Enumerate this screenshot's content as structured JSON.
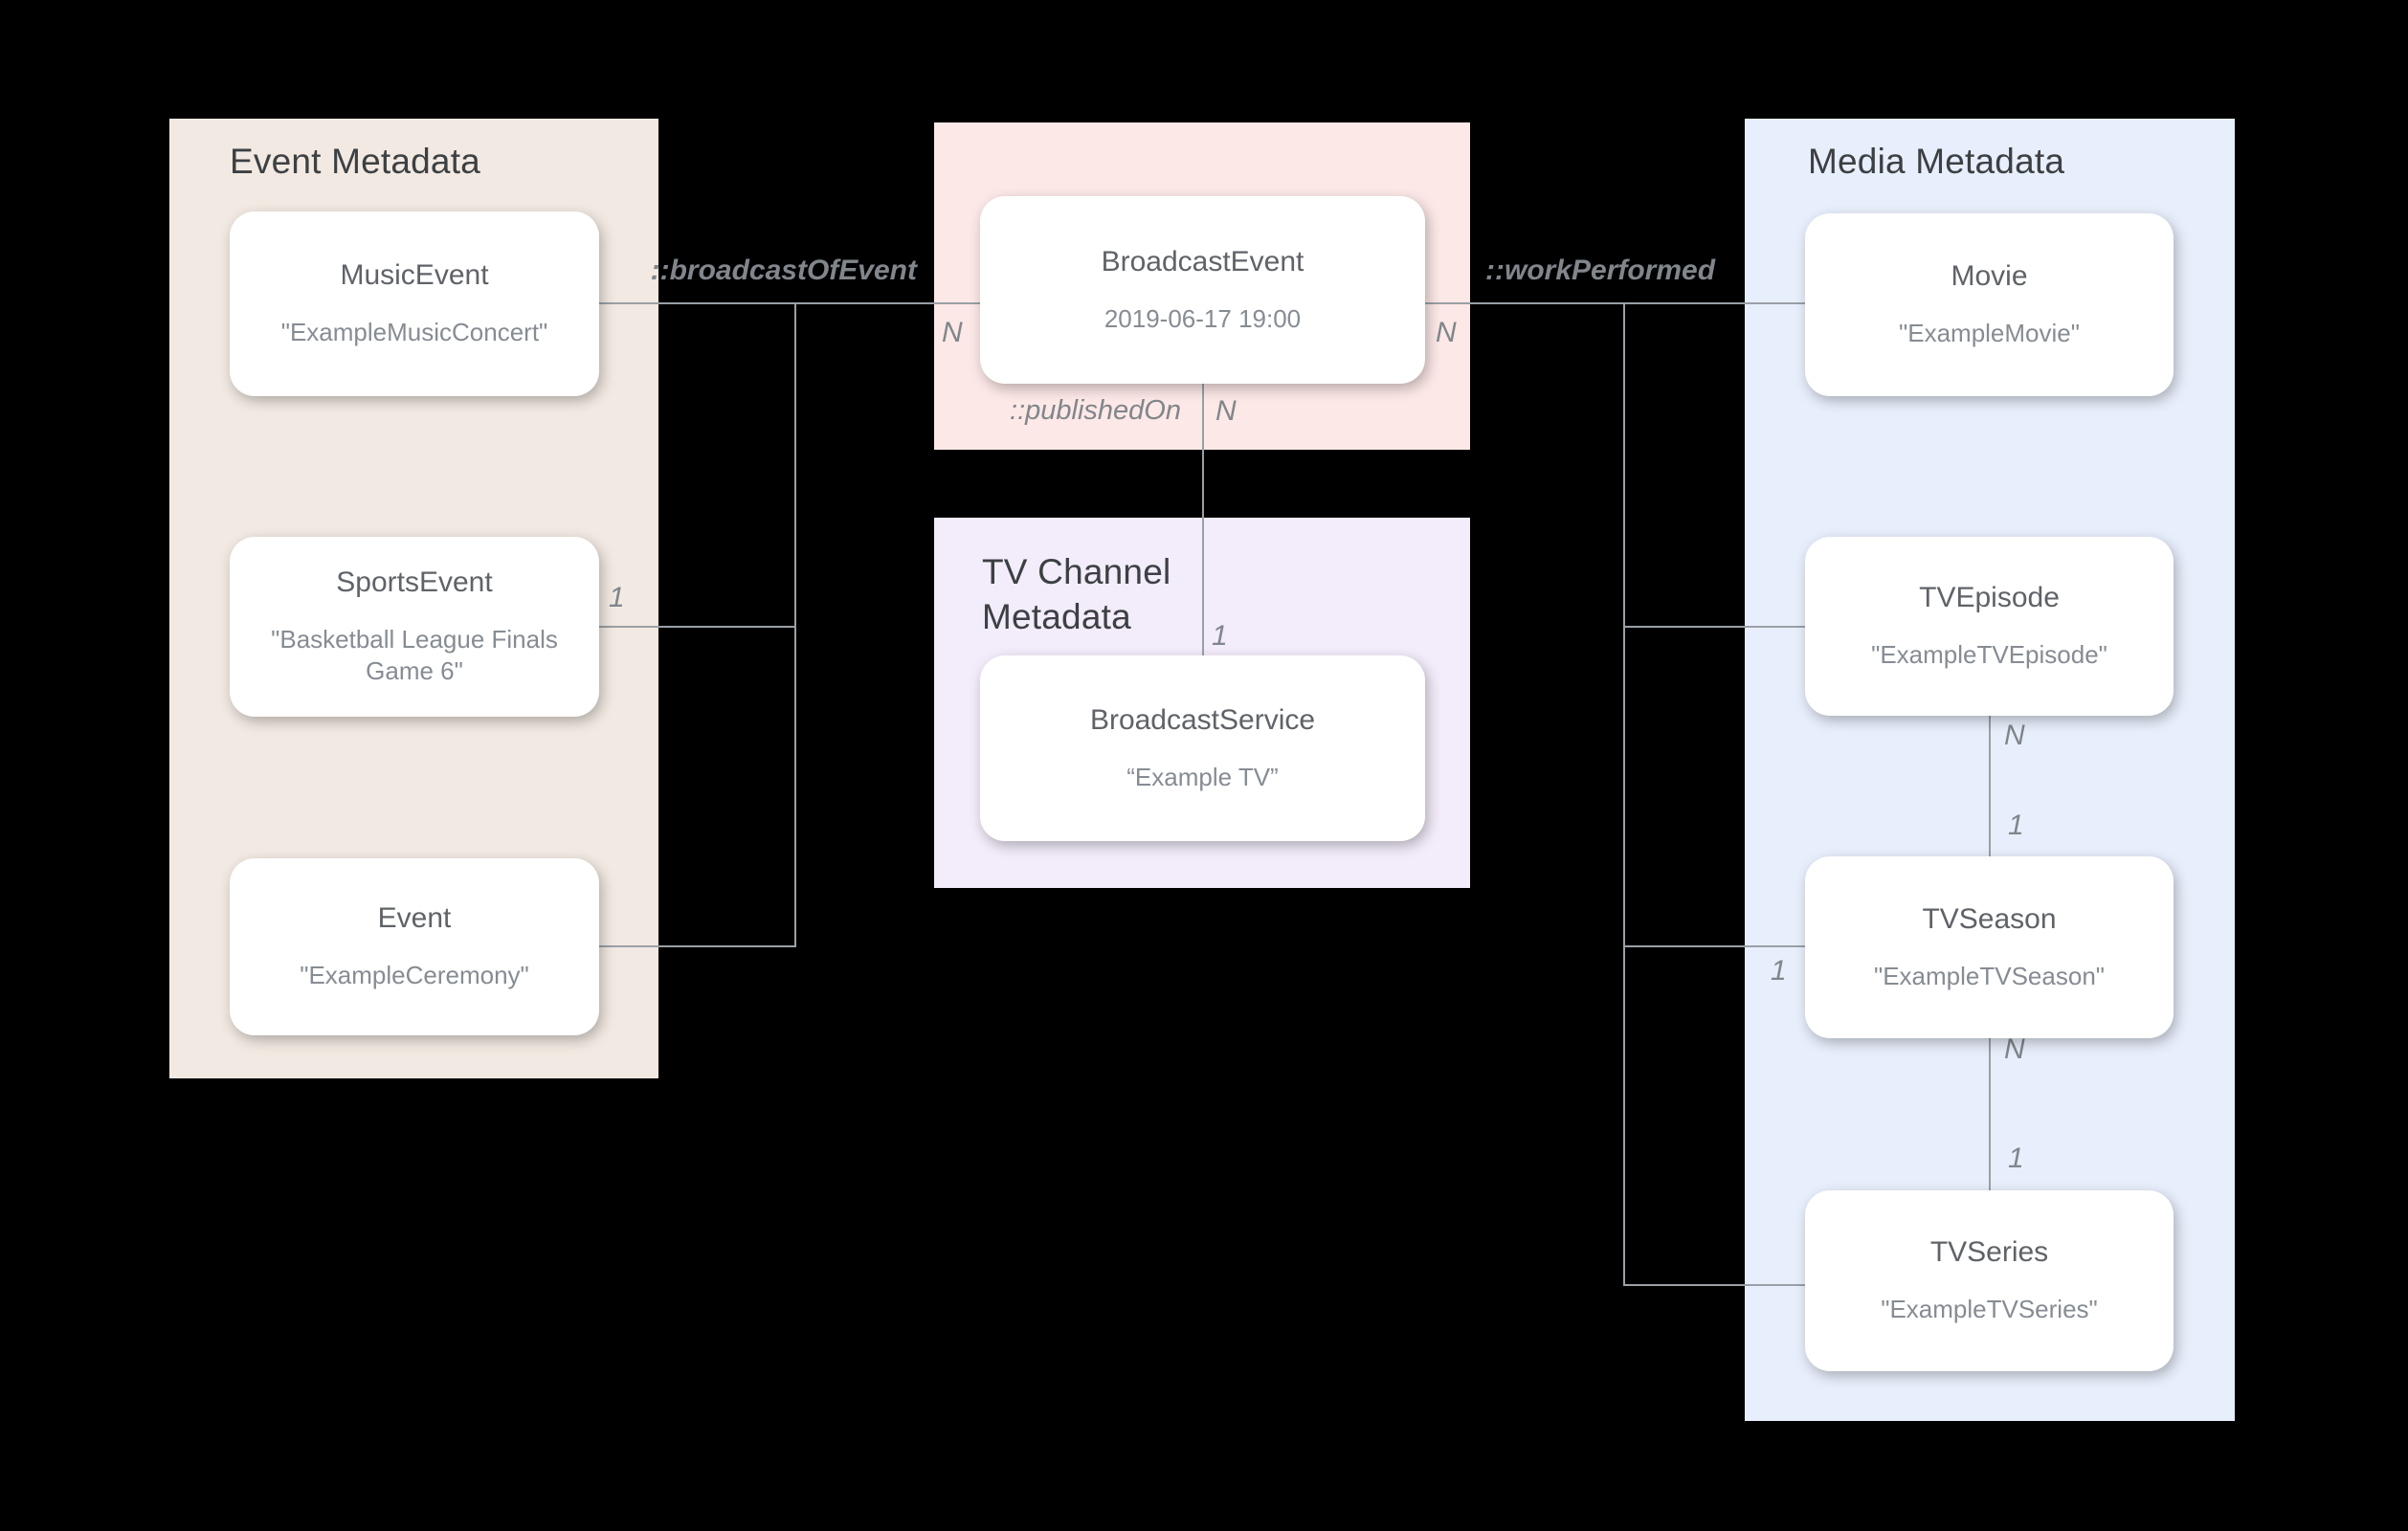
{
  "diagram": {
    "panels": {
      "event": {
        "title": "Event Metadata"
      },
      "tv_channel": {
        "title": "TV Channel Metadata"
      },
      "media": {
        "title": "Media Metadata"
      }
    },
    "cards": {
      "music_event": {
        "title": "MusicEvent",
        "value": "\"ExampleMusicConcert\""
      },
      "sports_event": {
        "title": "SportsEvent",
        "value": "\"Basketball League Finals Game 6\""
      },
      "event": {
        "title": "Event",
        "value": "\"ExampleCeremony\""
      },
      "broadcast_event": {
        "title": "BroadcastEvent",
        "value": "2019-06-17 19:00"
      },
      "broadcast_service": {
        "title": "BroadcastService",
        "value": "“Example TV”"
      },
      "movie": {
        "title": "Movie",
        "value": "\"ExampleMovie\""
      },
      "tv_episode": {
        "title": "TVEpisode",
        "value": "\"ExampleTVEpisode\""
      },
      "tv_season": {
        "title": "TVSeason",
        "value": "\"ExampleTVSeason\""
      },
      "tv_series": {
        "title": "TVSeries",
        "value": "\"ExampleTVSeries\""
      }
    },
    "relations": {
      "broadcast_of_event": "::broadcastOfEvent",
      "work_performed": "::workPerformed",
      "published_on": "::publishedOn"
    },
    "cardinalities": {
      "broadcast_left_n": "N",
      "work_right_n": "N",
      "sports_one": "1",
      "published_n": "N",
      "published_one": "1",
      "episode_season_n": "N",
      "episode_season_one": "1",
      "season_branch_one": "1",
      "season_series_n": "N",
      "season_series_one": "1"
    },
    "colors": {
      "background": "#000000",
      "panel_event": "#f2e9e2",
      "panel_broadcast": "#fce8e6",
      "panel_tv_channel": "#f3ecfa",
      "panel_media": "#e8effc",
      "line": "#9aa0a6",
      "panel_title": "#3c4043",
      "card_title": "#5f6368",
      "card_value": "#868c93",
      "label": "#80868b"
    }
  }
}
